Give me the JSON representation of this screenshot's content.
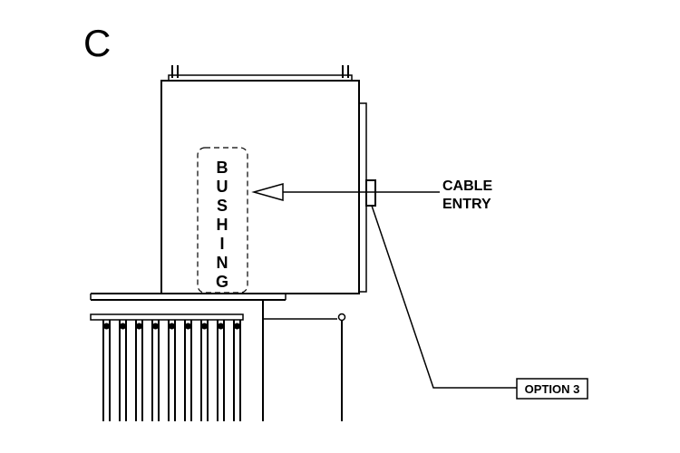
{
  "view_letter": "C",
  "bushing_label": [
    "B",
    "U",
    "S",
    "H",
    "I",
    "N",
    "G"
  ],
  "cable_entry_label": [
    "CABLE",
    "ENTRY"
  ],
  "option_label": "OPTION 3"
}
